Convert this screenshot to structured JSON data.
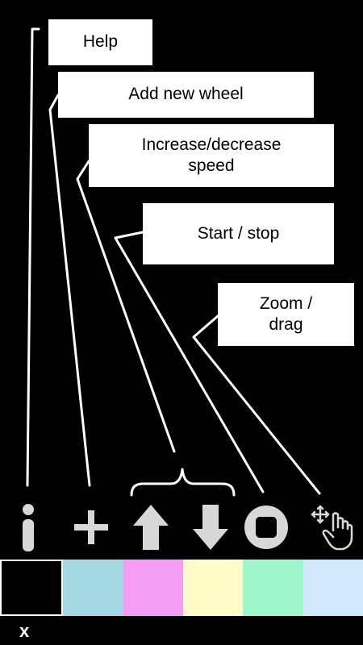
{
  "callouts": {
    "help": "Help",
    "add_wheel": "Add new wheel",
    "speed_line1": "Increase/decrease",
    "speed_line2": "speed",
    "start_stop": "Start / stop",
    "zoom_line1": "Zoom /",
    "zoom_line2": "drag"
  },
  "toolbar": {
    "icons": [
      "info-icon",
      "plus-icon",
      "arrow-up-icon",
      "arrow-down-icon",
      "stop-icon",
      "hand-drag-icon"
    ]
  },
  "palette": {
    "colors": [
      "#000000",
      "#a5d8e3",
      "#f59cf5",
      "#fffbc8",
      "#9ff7ce",
      "#cfe8fb"
    ],
    "selected_index": 0
  },
  "close_label": "x"
}
